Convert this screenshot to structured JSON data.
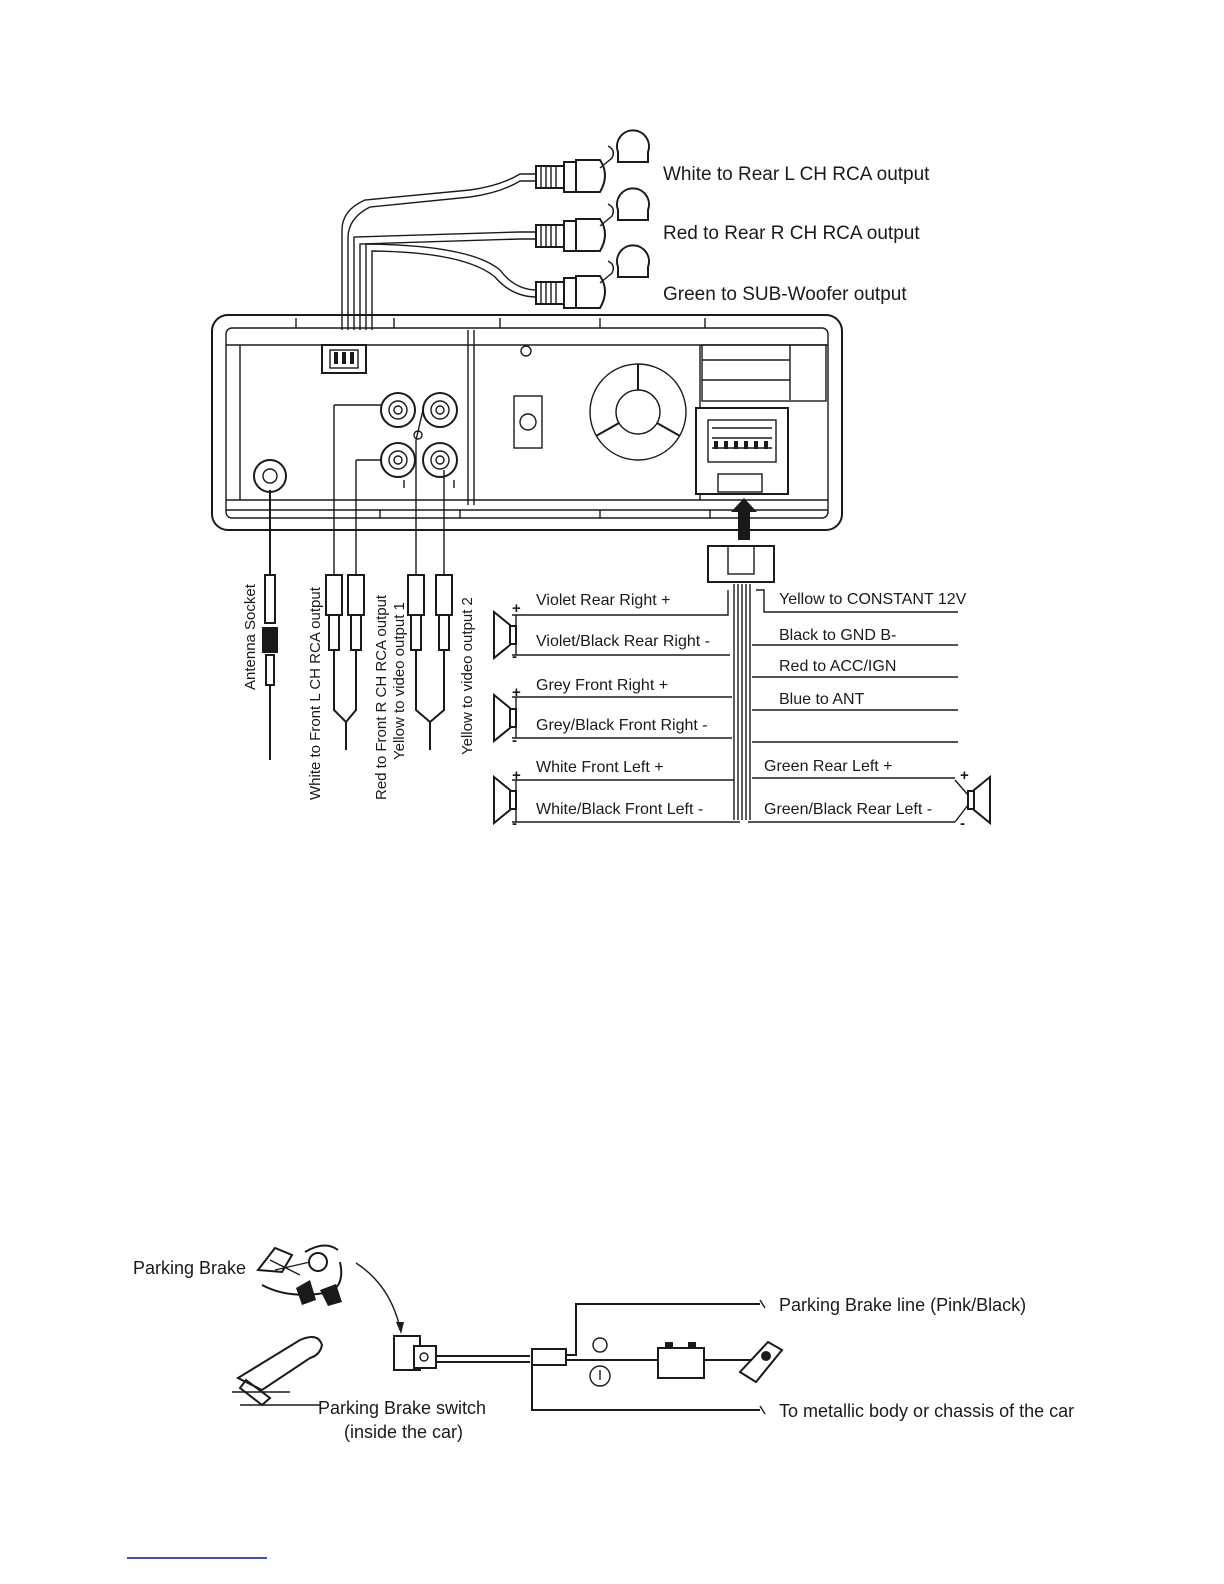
{
  "rear_rca": {
    "white": "White to Rear L CH RCA output",
    "red": "Red to Rear R CH RCA output",
    "green": "Green to SUB-Woofer output"
  },
  "front_rca": {
    "antenna": "Antenna  Socket",
    "white_front": "White to Front  L CH RCA output",
    "red_front": "Red to Front R CH RCA output",
    "yellow1": "Yellow to video output 1",
    "yellow2": "Yellow to video output 2"
  },
  "speakers_left": {
    "violet_pos": "Violet Rear Right +",
    "violet_neg": "Violet/Black Rear Right -",
    "grey_pos": "Grey Front Right +",
    "grey_neg": "Grey/Black Front Right -",
    "white_pos": "White Front Left +",
    "white_neg": "White/Black Front Left -"
  },
  "power_wires": {
    "yellow": "Yellow to CONSTANT 12V",
    "black": "Black to GND B-",
    "red": "Red to ACC/IGN",
    "blue": "Blue to ANT"
  },
  "speakers_right": {
    "green_pos": "Green Rear Left +",
    "green_neg": "Green/Black Rear Left -"
  },
  "polarity": {
    "plus": "+",
    "minus": "-"
  },
  "parking": {
    "brake": "Parking Brake",
    "line": "Parking Brake line (Pink/Black)",
    "switch": "Parking Brake switch",
    "inside": "(inside the car)",
    "chassis": "To metallic body or chassis of the car"
  }
}
